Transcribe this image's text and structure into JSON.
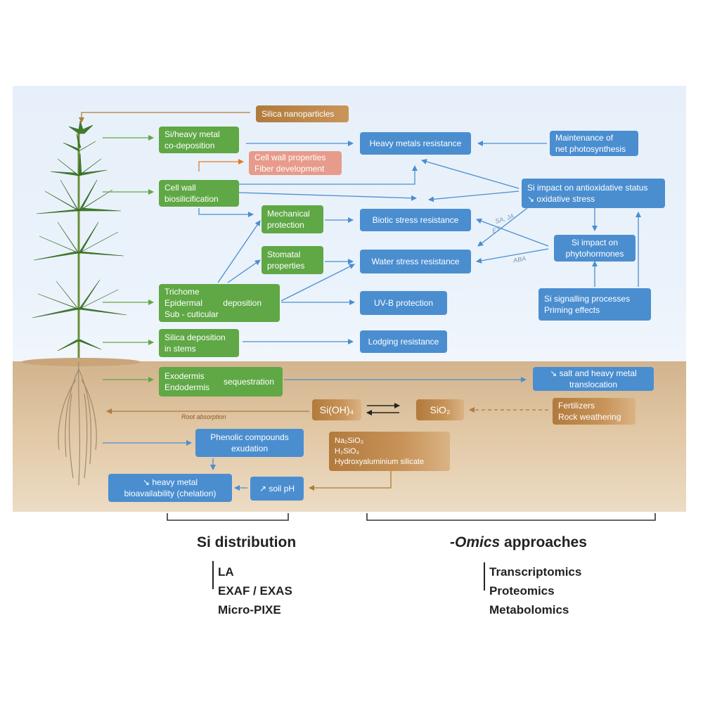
{
  "boxes": {
    "silica_nano": "Silica nanoparticles",
    "si_heavy_1": "Si/heavy metal",
    "si_heavy_2": "co-deposition",
    "heavy_res": "Heavy metals resistance",
    "maint_1": "Maintenance of",
    "maint_2": "net photosynthesis",
    "cwprop_1": "Cell wall properties",
    "cwprop_2": "Fiber development",
    "cwbio_1": "Cell wall",
    "cwbio_2": "biosilicification",
    "antiox_1": "Si impact on antioxidative status",
    "antiox_2": "↘ oxidative stress",
    "mech_1": "Mechanical",
    "mech_2": "protection",
    "biotic": "Biotic stress resistance",
    "phyto_1": "Si impact on",
    "phyto_2": "phytohormones",
    "stom_1": "Stomatal",
    "stom_2": "properties",
    "water": "Water stress resistance",
    "tri_1": "Trichome",
    "tri_2": "Epidermal",
    "tri_3": "Sub - cuticular",
    "tri_dep": "deposition",
    "uvb": "UV-B protection",
    "signal_1": "Si signalling processes",
    "signal_2": "Priming effects",
    "stems_1": "Silica deposition",
    "stems_2": "in stems",
    "lodging": "Lodging resistance",
    "exo_1": "Exodermis",
    "exo_2": "Endodermis",
    "exo_seq": "sequestration",
    "salt_1": "↘ salt and heavy metal",
    "salt_2": "translocation",
    "sioh": "Si(OH)₄",
    "sio2": "SiO₂",
    "fert_1": "Fertilizers",
    "fert_2": "Rock weathering",
    "phen_1": "Phenolic compounds",
    "phen_2": "exudation",
    "na_1": "Na₂SiO₃",
    "na_2": "H₂SiO₃",
    "na_3": "Hydroxyaluminium silicate",
    "hmb_1": "↘ heavy metal",
    "hmb_2": "bioavailability (chelation)",
    "soilph": "↗ soil pH"
  },
  "labels": {
    "sa_ja": "SA, JA",
    "et": "ET",
    "aba": "ABA",
    "root_abs": "Root absorption"
  },
  "bottom": {
    "si_dist_title": "Si distribution",
    "si_dist_items": [
      "LA",
      "EXAF / EXAS",
      "Micro-PIXE"
    ],
    "omics_title_em": "-Omics",
    "omics_title_rest": " approaches",
    "omics_items": [
      "Transcriptomics",
      "Proteomics",
      "Metabolomics"
    ]
  },
  "colors": {
    "green_box": "#5fa845",
    "blue_box": "#4a8ed0",
    "brown_box": "#b07a3c",
    "pink_box": "#e79b8b",
    "arrow_blue": "#4a8ed0",
    "arrow_green": "#5fa845",
    "arrow_brown": "#b07a3c",
    "arrow_orange": "#e07a2c"
  }
}
